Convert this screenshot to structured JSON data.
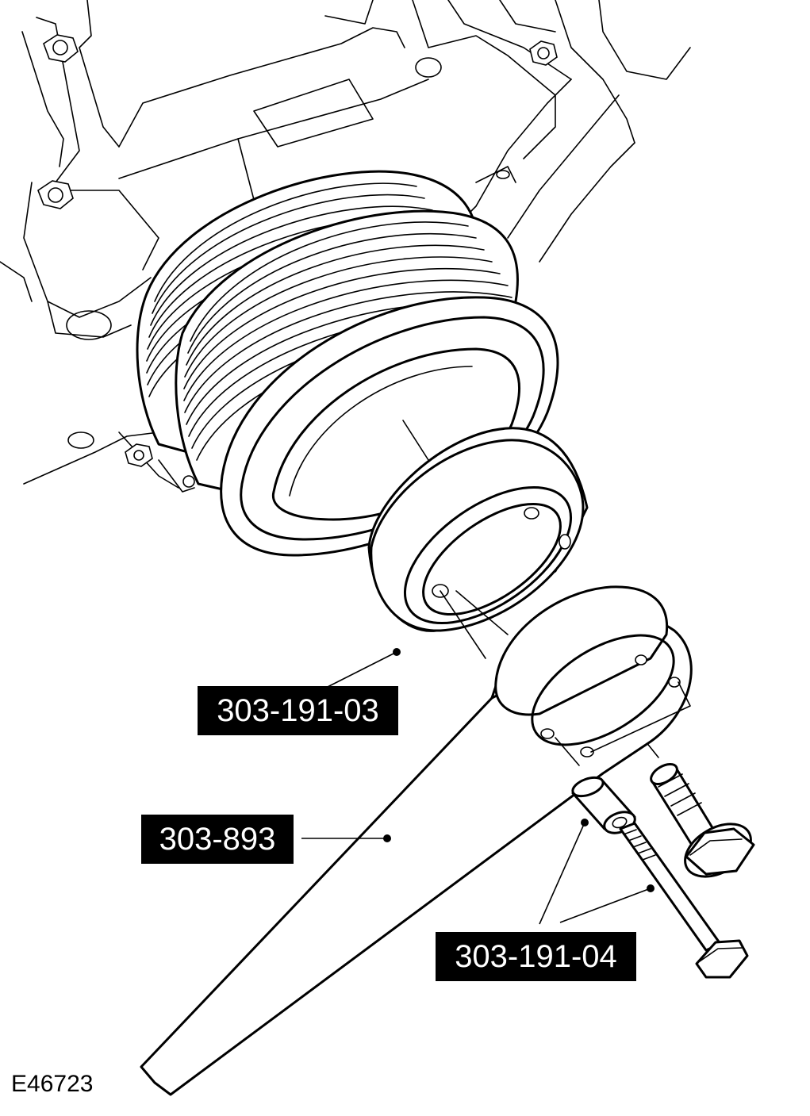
{
  "figure": {
    "id_label": "E46723"
  },
  "callouts": [
    {
      "key": "holder",
      "text": "303-191-03"
    },
    {
      "key": "wrench",
      "text": "303-893"
    },
    {
      "key": "bolts",
      "text": "303-191-04"
    }
  ],
  "colors": {
    "line": "#000000",
    "label_background": "#000000",
    "label_text": "#ffffff",
    "background": "#ffffff"
  }
}
